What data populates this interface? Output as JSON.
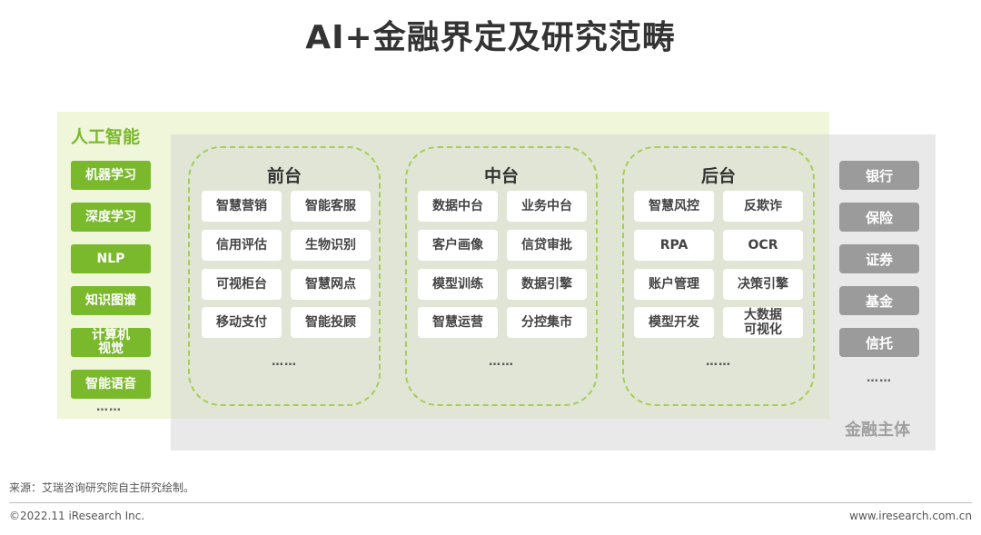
{
  "title": "AI+金融界定及研究范畴",
  "ai": {
    "title": "人工智能",
    "items": [
      "机器学习",
      "深度学习",
      "NLP",
      "知识图谱",
      "计算机\n视觉",
      "智能语音"
    ],
    "more": "……"
  },
  "panels": [
    {
      "title": "前台",
      "items": [
        "智慧营销",
        "智能客服",
        "信用评估",
        "生物识别",
        "可视柜台",
        "智慧网点",
        "移动支付",
        "智能投顾"
      ],
      "more": "……"
    },
    {
      "title": "中台",
      "items": [
        "数据中台",
        "业务中台",
        "客户画像",
        "信贷审批",
        "模型训练",
        "数据引擎",
        "智慧运营",
        "分控集市"
      ],
      "more": "……"
    },
    {
      "title": "后台",
      "items": [
        "智慧风控",
        "反欺诈",
        "RPA",
        "OCR",
        "账户管理",
        "决策引擎",
        "模型开发",
        "大数据\n可视化"
      ],
      "more": "……"
    }
  ],
  "finance": {
    "title": "金融主体",
    "items": [
      "银行",
      "保险",
      "证券",
      "基金",
      "信托"
    ],
    "more": "……"
  },
  "footer": {
    "source": "来源：艾瑞咨询研究院自主研究绘制。",
    "copyright": "©2022.11 iResearch Inc.",
    "website": "www.iresearch.com.cn"
  },
  "colors": {
    "ai_green": "#7ab82c",
    "band_green": "#f0f6da",
    "panel_border": "#a3cf56",
    "finance_gray": "#9b9b9b"
  }
}
